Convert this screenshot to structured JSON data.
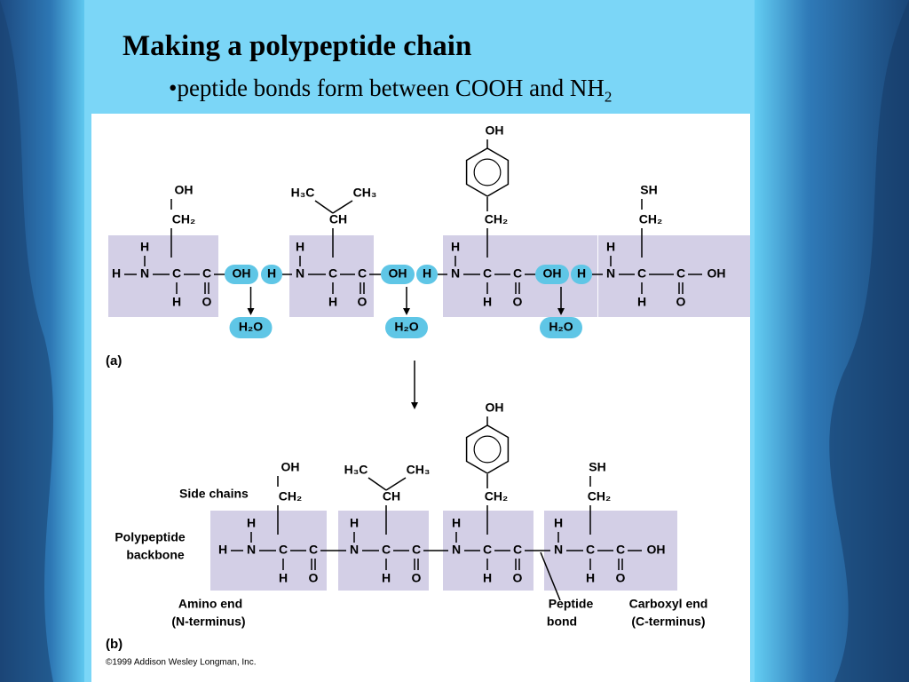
{
  "slide": {
    "title": "Making a polypeptide chain",
    "bullet_prefix": "•peptide bonds form between COOH and NH",
    "bullet_sub": "2"
  },
  "colors": {
    "background_light": "#6fd3f5",
    "background_dark": "#1e4f86",
    "backbone_box": "#d3cfe6",
    "highlight": "#5fc6e6"
  },
  "figure": {
    "panel_a_label": "(a)",
    "panel_b_label": "(b)",
    "labels": {
      "side_chains": "Side chains",
      "polypeptide": "Polypeptide",
      "backbone": "backbone",
      "amino_end": "Amino end",
      "n_terminus": "(N-terminus)",
      "peptide": "Peptide",
      "bond": "bond",
      "carboxyl_end": "Carboxyl end",
      "c_terminus": "(C-terminus)"
    },
    "side_groups": {
      "oh": "OH",
      "ch2": "CH₂",
      "h3c": "H₃C",
      "ch3": "CH₃",
      "ch": "CH",
      "sh": "SH"
    },
    "atoms": {
      "h": "H",
      "n": "N",
      "c": "C",
      "o": "O",
      "oh": "OH"
    },
    "water": "H₂O",
    "copyright": "©1999 Addison Wesley Longman, Inc."
  }
}
